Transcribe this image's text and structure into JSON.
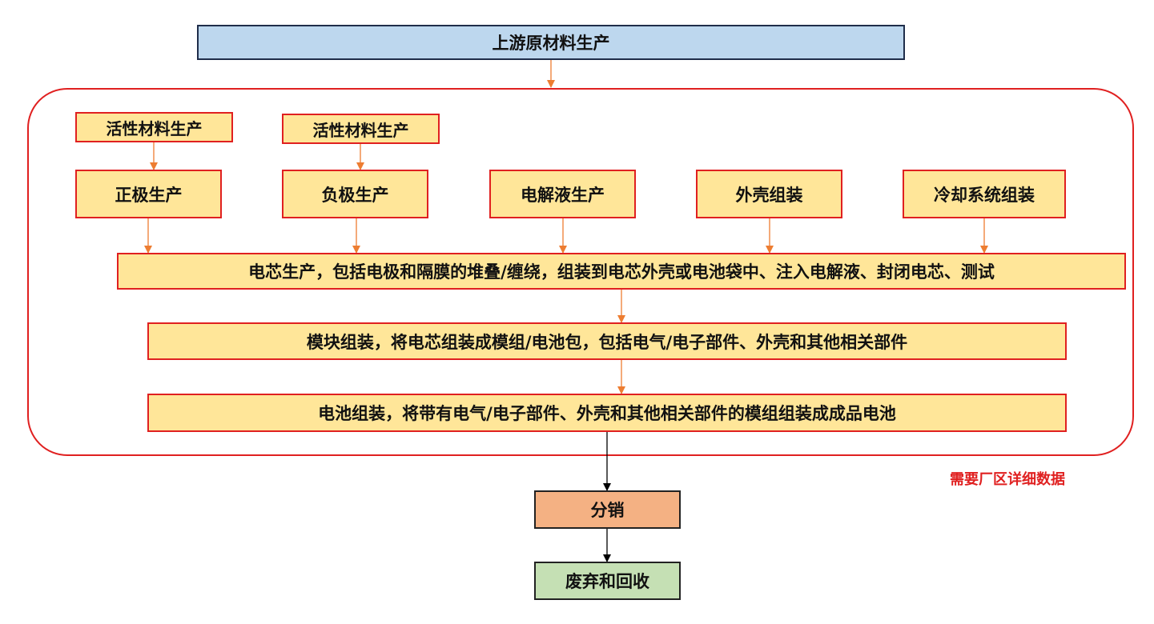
{
  "upstream": {
    "label": "上游原材料生产"
  },
  "plant": {
    "active_material_left": "活性材料生产",
    "active_material_right": "活性材料生产",
    "components": [
      {
        "label": "正极生产"
      },
      {
        "label": "负极生产"
      },
      {
        "label": "电解液生产"
      },
      {
        "label": "外壳组装"
      },
      {
        "label": "冷却系统组装"
      }
    ],
    "cell_production": "电芯生产，包括电极和隔膜的堆叠/缠绕，组装到电芯外壳或电池袋中、注入电解液、封闭电芯、测试",
    "module_assembly": "模块组装，将电芯组装成模组/电池包，包括电气/电子部件、外壳和其他相关部件",
    "battery_assembly": "电池组装，将带有电气/电子部件、外壳和其他相关部件的模组组装成成品电池"
  },
  "note": "需要厂区详细数据",
  "distribution": {
    "label": "分销"
  },
  "disposal": {
    "label": "废弃和回收"
  },
  "colors": {
    "upstream_fill": "#bdd7ee",
    "process_fill": "#ffe699",
    "process_border": "#e02020",
    "distribution_fill": "#f4b183",
    "disposal_fill": "#c5e0b4",
    "arrow_orange": "#ed7d31",
    "arrow_black": "#000000"
  }
}
